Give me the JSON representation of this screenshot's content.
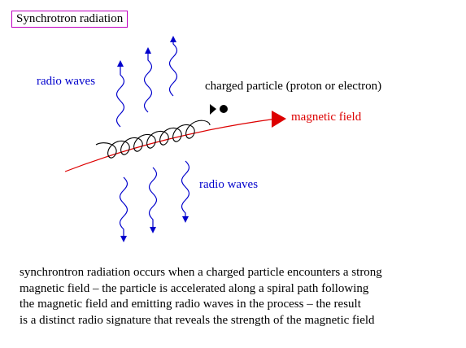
{
  "title": "Synchrotron radiation",
  "labels": {
    "radio_waves_top": "radio waves",
    "radio_waves_bottom": "radio waves",
    "charged_particle": "charged particle (proton or electron)",
    "magnetic_field": "magnetic field"
  },
  "caption": [
    "synchrontron radiation occurs when a charged particle encounters a strong",
    "magnetic field – the particle is accelerated along a spiral path following",
    "the magnetic field and emitting radio waves in the process – the result",
    "is a distinct radio signature that reveals the strength of the magnetic field"
  ],
  "colors": {
    "radio_waves": "#0000cc",
    "magnetic_field": "#dd0000",
    "particle": "#000000",
    "title_border": "#c000c0"
  }
}
